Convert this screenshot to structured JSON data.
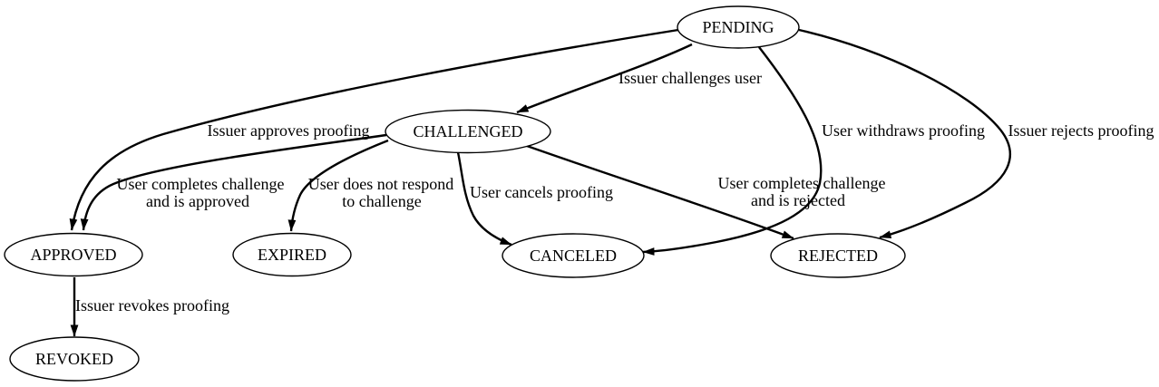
{
  "diagram": {
    "colors": {
      "background": "#ffffff",
      "stroke": "#000000",
      "node_fill": "#ffffff",
      "text": "#000000"
    },
    "nodes": {
      "pending": {
        "label": "PENDING"
      },
      "challenged": {
        "label": "CHALLENGED"
      },
      "approved": {
        "label": "APPROVED"
      },
      "expired": {
        "label": "EXPIRED"
      },
      "canceled": {
        "label": "CANCELED"
      },
      "rejected": {
        "label": "REJECTED"
      },
      "revoked": {
        "label": "REVOKED"
      }
    },
    "edges": {
      "pending_to_challenged": {
        "from": "PENDING",
        "to": "CHALLENGED",
        "label": "Issuer challenges user"
      },
      "pending_to_approved": {
        "from": "PENDING",
        "to": "APPROVED",
        "label": "Issuer approves proofing"
      },
      "pending_to_canceled": {
        "from": "PENDING",
        "to": "CANCELED",
        "label": "User withdraws proofing"
      },
      "pending_to_rejected": {
        "from": "PENDING",
        "to": "REJECTED",
        "label": "Issuer rejects proofing"
      },
      "challenged_to_approved": {
        "from": "CHALLENGED",
        "to": "APPROVED",
        "label_line1": "User completes challenge",
        "label_line2": "and is approved"
      },
      "challenged_to_expired": {
        "from": "CHALLENGED",
        "to": "EXPIRED",
        "label_line1": "User does not respond",
        "label_line2": "to challenge"
      },
      "challenged_to_canceled": {
        "from": "CHALLENGED",
        "to": "CANCELED",
        "label": "User cancels proofing"
      },
      "challenged_to_rejected": {
        "from": "CHALLENGED",
        "to": "REJECTED",
        "label_line1": "User completes challenge",
        "label_line2": "and is rejected"
      },
      "approved_to_revoked": {
        "from": "APPROVED",
        "to": "REVOKED",
        "label": "Issuer revokes proofing"
      }
    }
  }
}
